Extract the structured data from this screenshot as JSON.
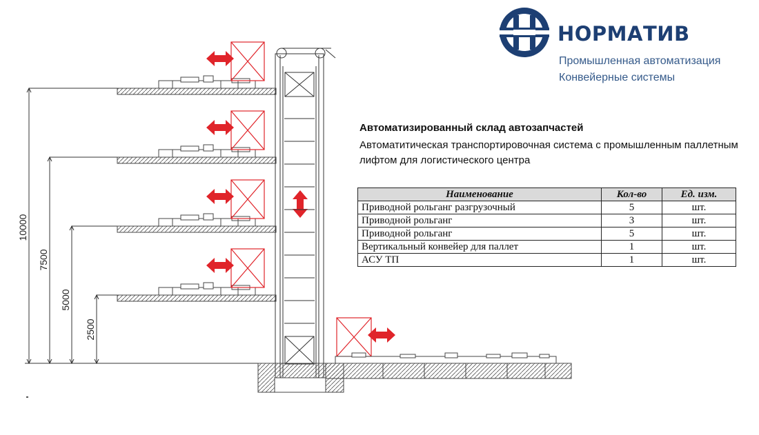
{
  "brand": {
    "name": "НОРМАТИВ",
    "line1": "Промышленная автоматизация",
    "line2": "Конвейерные системы",
    "color": "#1d3f73"
  },
  "heading": "Автоматизированный склад автозапчастей",
  "description": "Автоматитическая транспортировочная система с промышленным паллетным лифтом для логистического центра",
  "table": {
    "headers": [
      "Наименование",
      "Кол-во",
      "Ед. изм."
    ],
    "rows": [
      [
        "Приводной рольганг разгрузочный",
        "5",
        "шт."
      ],
      [
        "Приводной рольганг",
        "3",
        "шт."
      ],
      [
        "Приводной рольганг",
        "5",
        "шт."
      ],
      [
        "Вертикальный конвейер для паллет",
        "1",
        "шт."
      ],
      [
        "АСУ ТП",
        "1",
        "шт."
      ]
    ]
  },
  "dimensions": [
    "10000",
    "7500",
    "5000",
    "2500"
  ],
  "colors": {
    "arrow": "#e0242a",
    "pallet": "#e0242a",
    "line": "#333333"
  }
}
